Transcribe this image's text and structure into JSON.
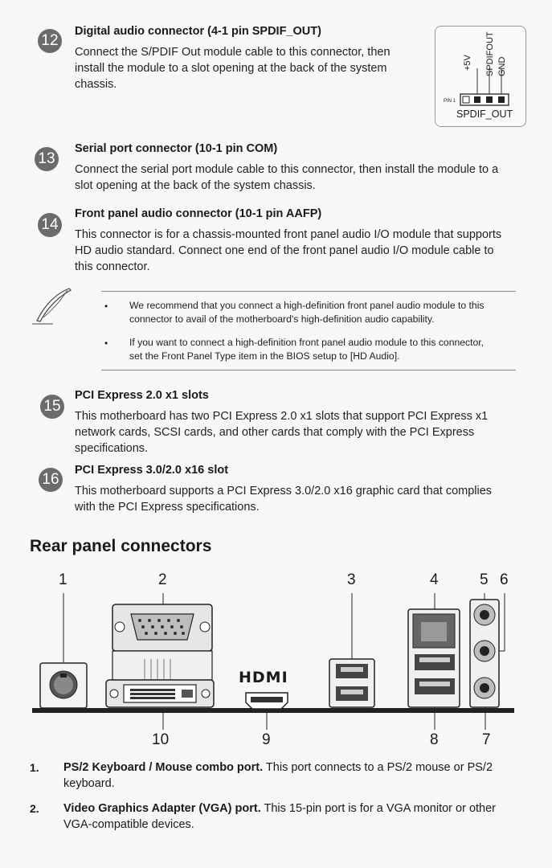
{
  "sections": [
    {
      "number": "12",
      "title": "Digital audio connector (4-1 pin SPDIF_OUT)",
      "lines": [
        "Connect the S/PDIF Out module cable to this connector, then",
        "install the module to a slot opening at the back of the system",
        "chassis."
      ]
    },
    {
      "number": "13",
      "title": "Serial port connector (10-1 pin COM)",
      "lines": [
        "Connect the serial port module cable to this connector, then install the module to a",
        "slot opening at the back of the system chassis."
      ]
    },
    {
      "number": "14",
      "title": "Front panel audio connector (10-1 pin AAFP)",
      "lines": [
        "This connector is for a chassis-mounted front panel audio I/O module that supports",
        "HD audio standard. Connect one end of the front panel audio I/O module cable to",
        "this connector."
      ]
    },
    {
      "number": "15",
      "title": "PCI Express 2.0 x1 slots",
      "lines": [
        "This motherboard has two PCI Express 2.0 x1 slots that support PCI Express x1",
        "network cards, SCSI cards, and other cards that comply with the PCI Express",
        "specifications."
      ]
    },
    {
      "number": "16",
      "title": "PCI Express 3.0/2.0 x16 slot",
      "lines": [
        "This motherboard supports a PCI Express 3.0/2.0 x16 graphic card that complies",
        "with the PCI Express specifications."
      ]
    }
  ],
  "spdif": {
    "pins": [
      "+5V",
      "SPDIFOUT",
      "GND"
    ],
    "pin1": "PIN 1",
    "label": "SPDIF_OUT"
  },
  "note": {
    "items": [
      [
        "We recommend that you connect a high-definition front panel audio module to this",
        "connector to avail of the motherboard's high-definition audio capability."
      ],
      [
        "If you want to connect a high-definition front panel audio module to this connector,",
        "set the Front Panel Type item in the BIOS setup to [HD Audio]."
      ]
    ]
  },
  "rear": {
    "heading": "Rear panel connectors",
    "top_numbers": [
      "1",
      "2",
      "3",
      "4",
      "5",
      "6"
    ],
    "bottom_numbers": [
      "10",
      "9",
      "8",
      "7"
    ],
    "hdmi_logo": "HDMI"
  },
  "list": [
    {
      "num": "1.",
      "bold": "PS/2 Keyboard / Mouse  combo port.",
      "text": " This port connects to a PS/2 mouse or PS/2",
      "cont": "keyboard."
    },
    {
      "num": "2.",
      "bold": "Video Graphics Adapter (VGA) port.",
      "text": " This 15-pin port is for a VGA monitor or other",
      "cont": "VGA-compatible devices."
    }
  ]
}
